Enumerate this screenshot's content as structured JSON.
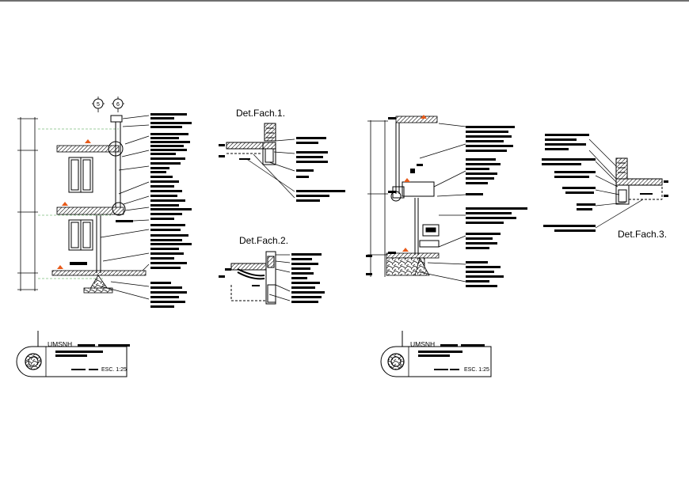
{
  "details": {
    "fach1": "Det.Fach.1.",
    "fach2": "Det.Fach.2.",
    "fach3": "Det.Fach.3."
  },
  "grid_markers": [
    "5",
    "6"
  ],
  "title_blocks": [
    {
      "institution": "UMSNH",
      "scale": "ESC. 1:25"
    },
    {
      "institution": "UMSNH",
      "scale": "ESC. 1:25"
    }
  ],
  "colors": {
    "accent": "#e85a1a",
    "line": "#000000",
    "frame": "#6f6f6f"
  }
}
